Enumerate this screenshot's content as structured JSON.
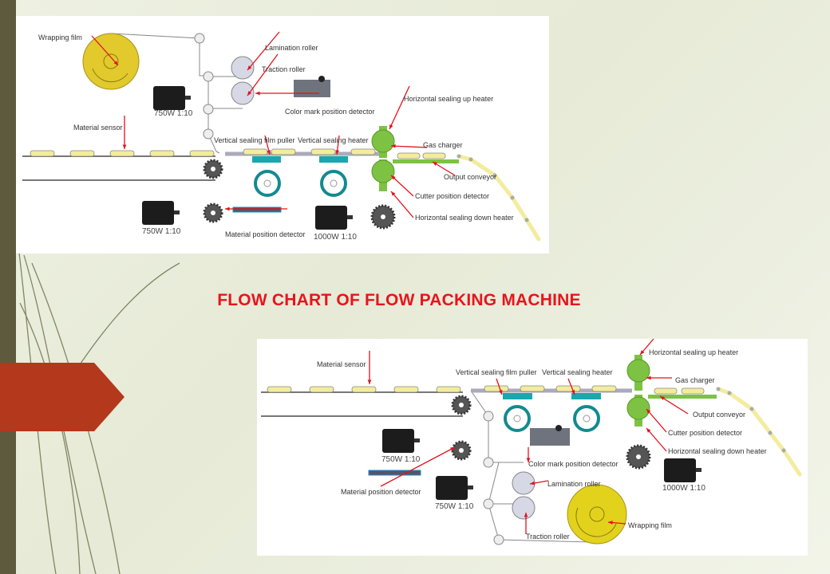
{
  "slide": {
    "title": "FLOW CHART OF FLOW PACKING MACHINE",
    "title_color": "#e8141c",
    "accent_tab_color": "#b3381c",
    "sidebar_color": "#5e5a3e"
  },
  "diagram_top": {
    "labels": {
      "wrapping_film": "Wrapping film",
      "lamination_roller": "Lamination roller",
      "traction_roller": "Traction roller",
      "color_mark": "Color mark position detector",
      "horizontal_up": "Horizontal sealing up heater",
      "material_sensor": "Material sensor",
      "vertical_puller": "Vertical sealing film puller",
      "vertical_heater": "Vertical sealing heater",
      "gas_charger": "Gas charger",
      "output_conveyor": "Output conveyor",
      "cutter": "Cutter position detector",
      "horizontal_down": "Horizontal sealing down heater",
      "material_position": "Material position detector",
      "motor_film": "750W 1:10",
      "motor_conveyor": "750W 1:10",
      "motor_main": "1000W 1:10"
    }
  },
  "diagram_bottom": {
    "labels": {
      "horizontal_up": "Horizontal sealing up heater",
      "material_sensor": "Material sensor",
      "vertical_puller": "Vertical sealing film puller",
      "vertical_heater": "Vertical sealing heater",
      "gas_charger": "Gas charger",
      "output_conveyor": "Output conveyor",
      "cutter": "Cutter position detector",
      "horizontal_down": "Horizontal sealing down heater",
      "color_mark": "Color mark position detector",
      "lamination_roller": "Lamination roller",
      "material_position": "Material position detector",
      "wrapping_film": "Wrapping film",
      "traction_roller": "Traction roller",
      "motor_conveyor": "750W 1:10",
      "motor_film": "750W 1:10",
      "motor_main": "1000W 1:10"
    }
  }
}
